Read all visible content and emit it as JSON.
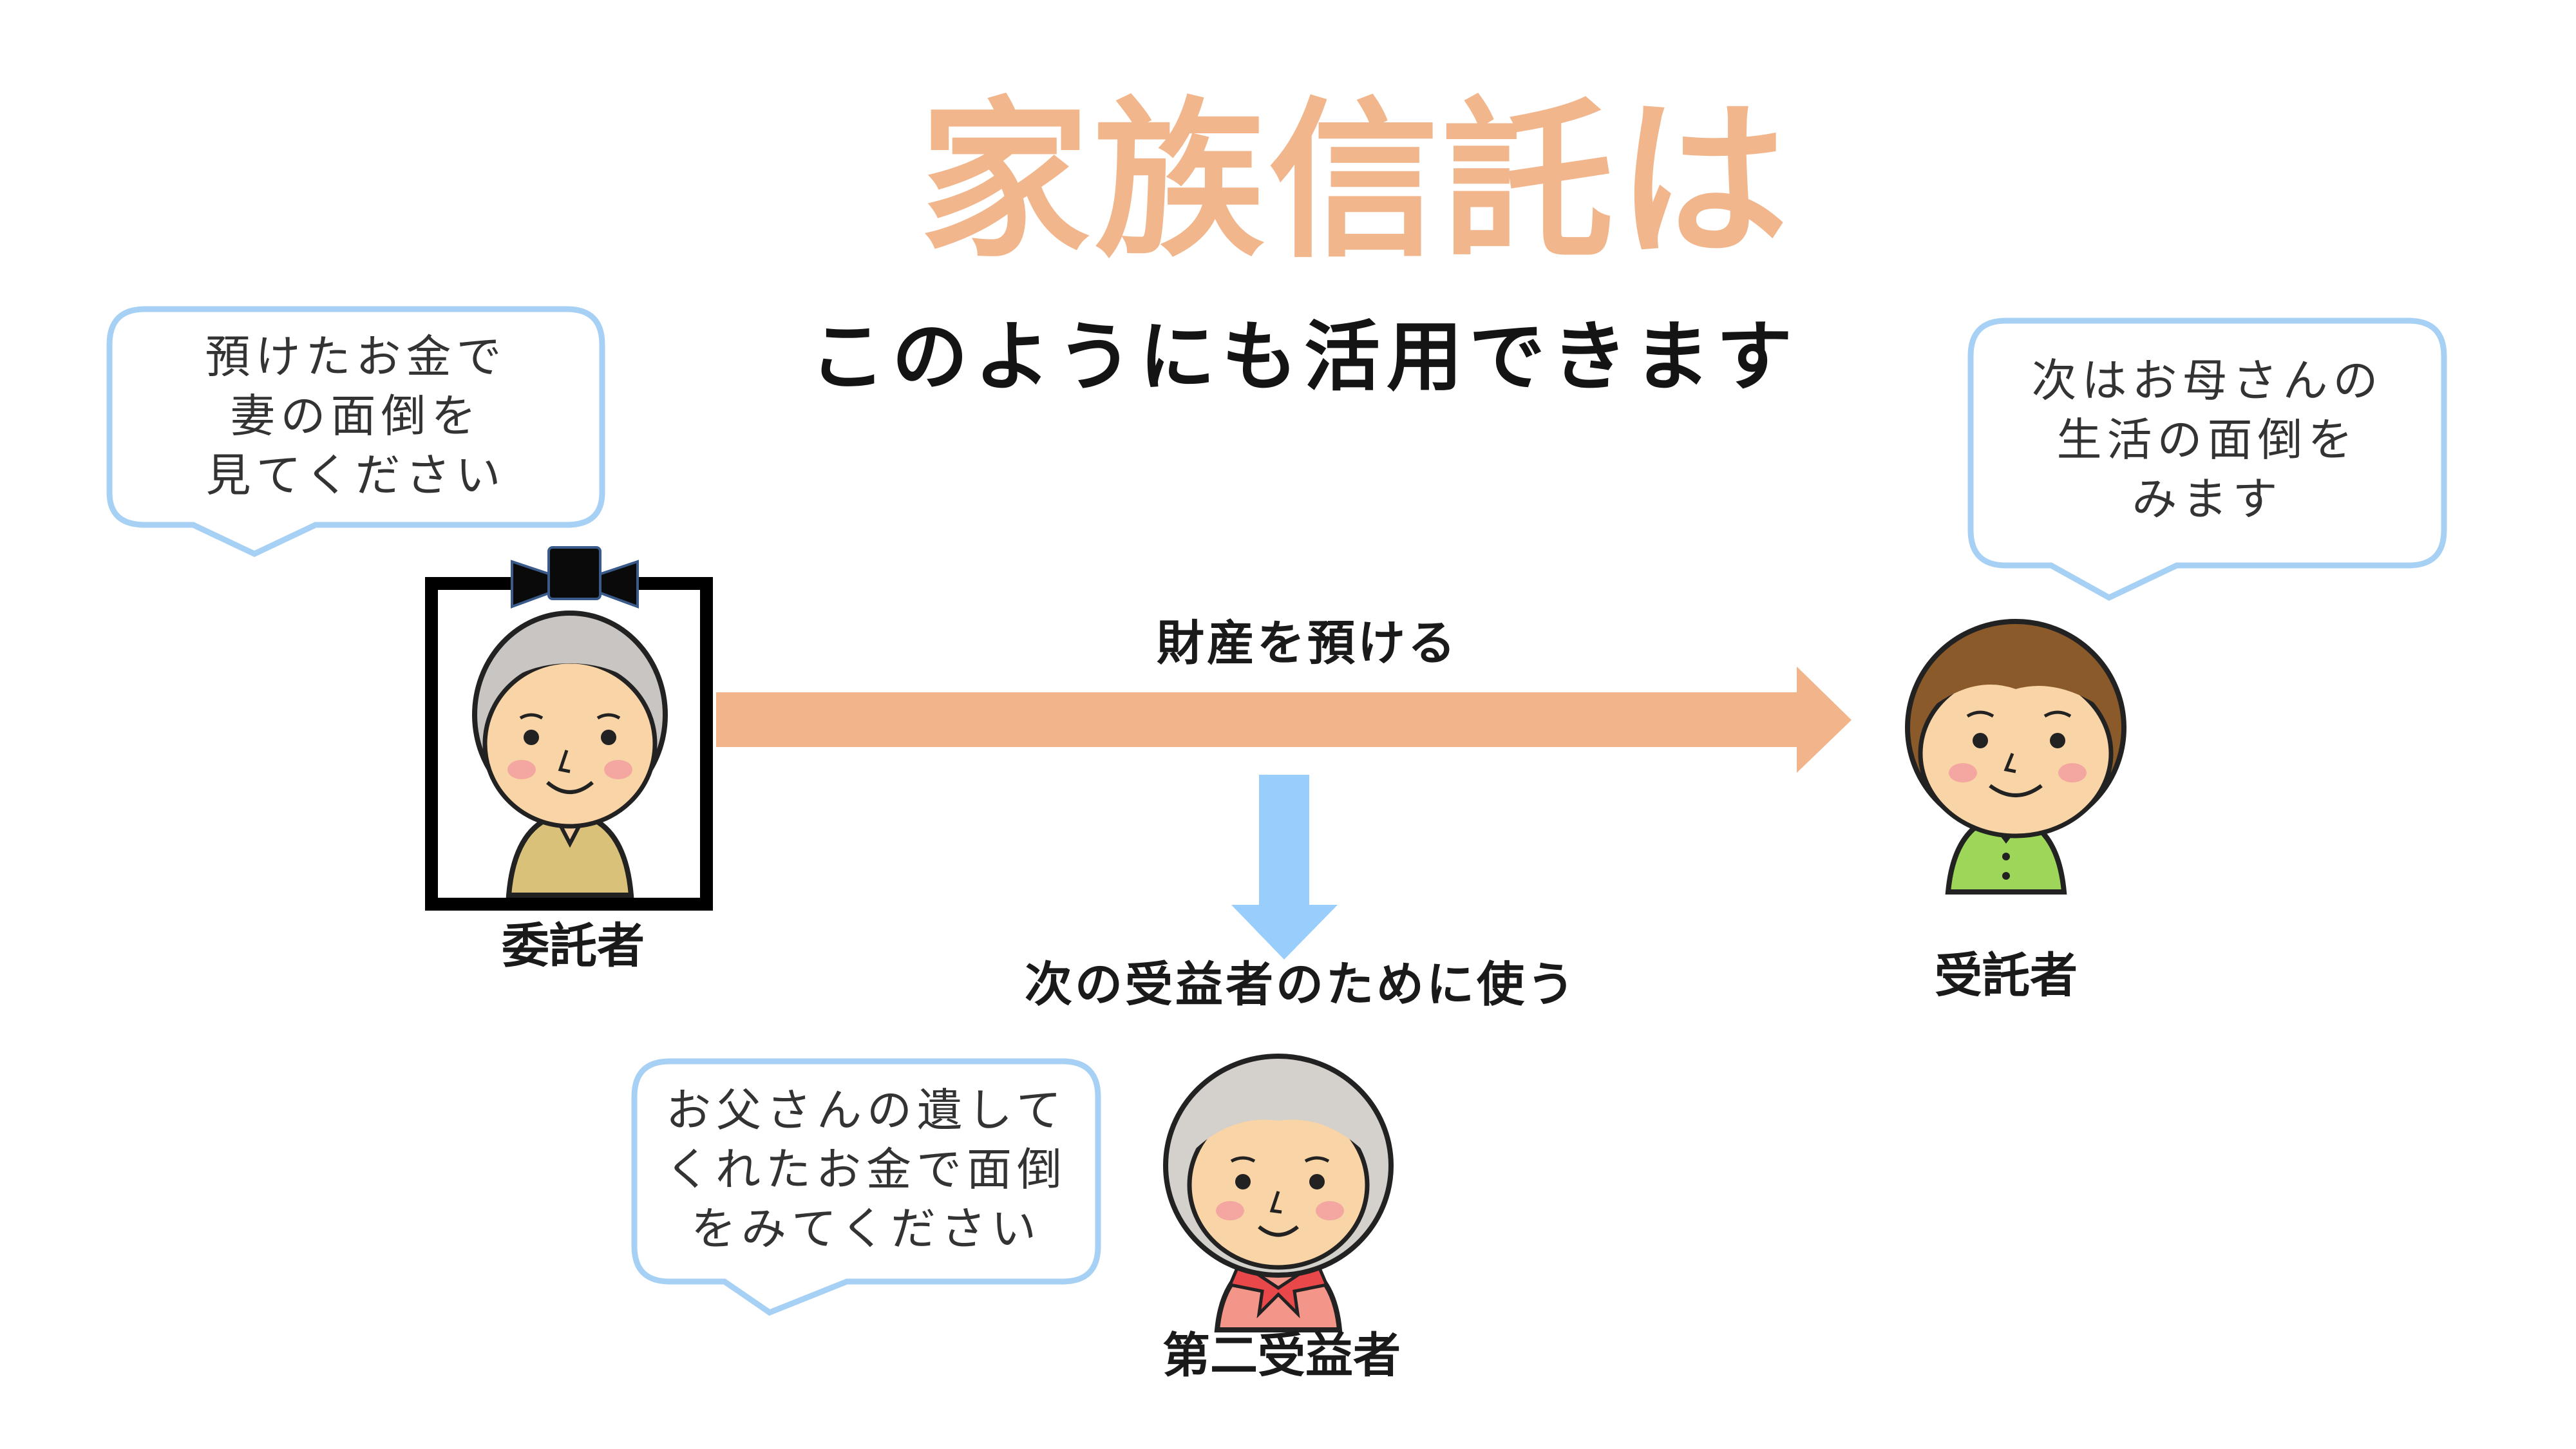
{
  "title": "家族信託は",
  "subtitle": "このようにも活用できます",
  "bubbles": {
    "settlor": "預けたお金で\n妻の面倒を\n見てください",
    "trustee": "次はお母さんの\n生活の面倒を\nみます",
    "beneficiary": "お父さんの遺して\nくれたお金で面倒\nをみてください"
  },
  "arrows": {
    "main_label": "財産を預ける",
    "down_label": "次の受益者のために使う"
  },
  "people": {
    "settlor": "委託者",
    "trustee": "受託者",
    "second_beneficiary": "第二受益者"
  },
  "colors": {
    "title": "#f2b68d",
    "main_arrow": "#f2b48a",
    "down_arrow": "#99cdfb",
    "bubble_border": "#a6d1f5"
  }
}
